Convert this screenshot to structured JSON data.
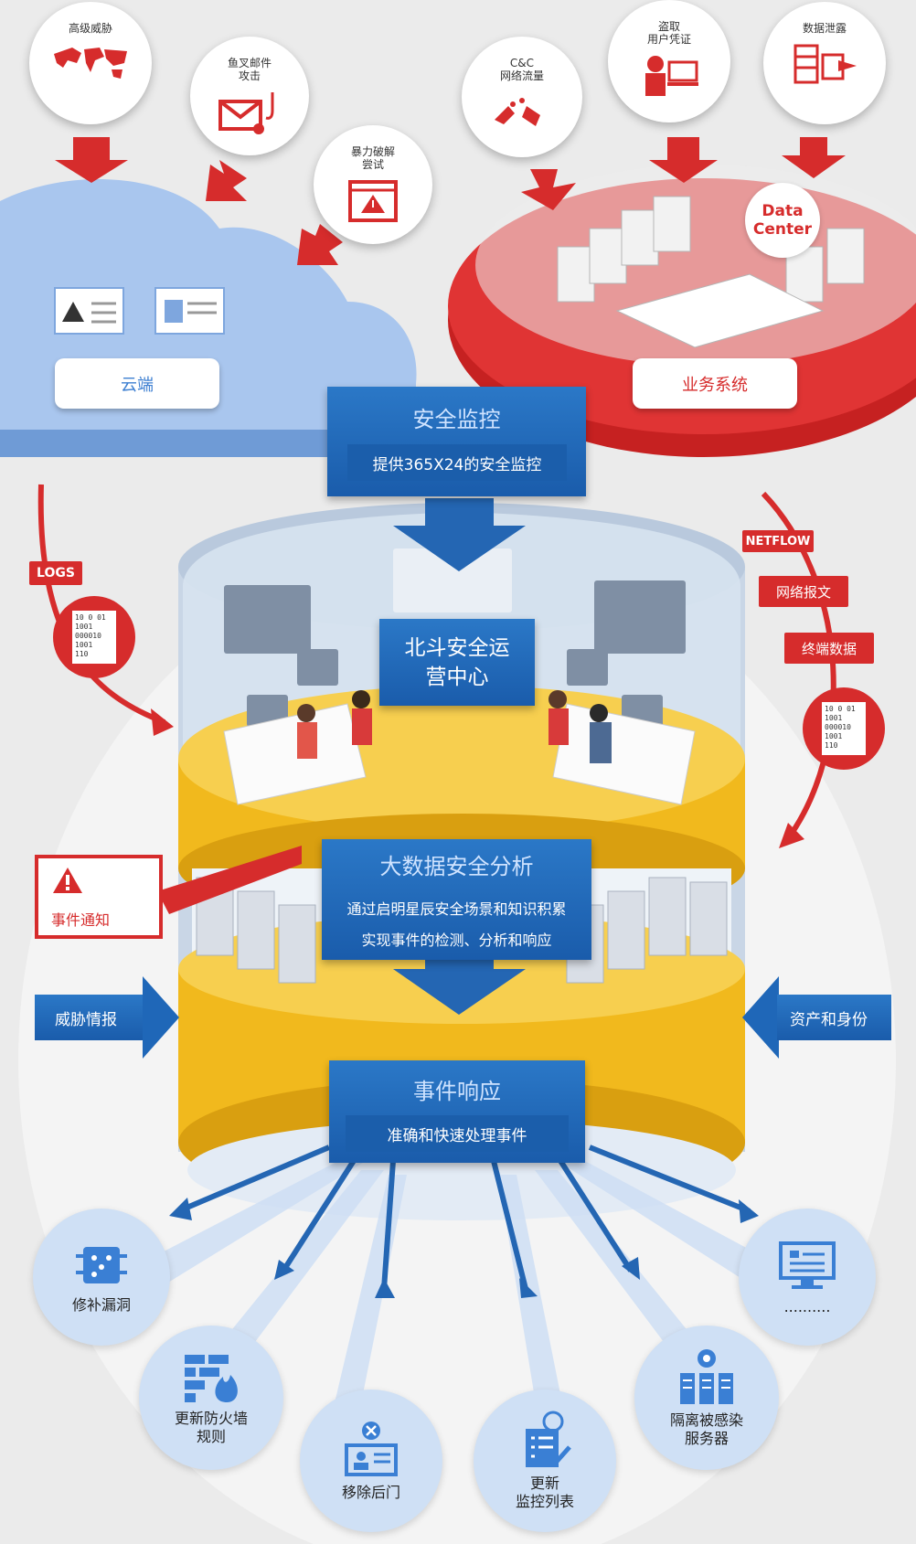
{
  "threats": [
    {
      "label": "高级威胁",
      "icon": "world-map-icon"
    },
    {
      "label": "鱼叉邮件\n攻击",
      "icon": "phishing-mail-icon"
    },
    {
      "label": "暴力破解\n尝试",
      "icon": "browser-alert-icon"
    },
    {
      "label": "C&C\n网络流量",
      "icon": "hands-icon"
    },
    {
      "label": "盗取\n用户凭证",
      "icon": "thief-icon"
    },
    {
      "label": "数据泄露",
      "icon": "server-export-icon"
    }
  ],
  "cloud": {
    "label": "云端"
  },
  "business": {
    "label": "业务系统",
    "badge": "Data\nCenter"
  },
  "monitor": {
    "title": "安全监控",
    "subtitle": "提供365X24的安全监控"
  },
  "soc": {
    "title": "北斗安全运\n营中心"
  },
  "analysis": {
    "title": "大数据安全分析",
    "line1": "通过启明星辰安全场景和知识积累",
    "line2": "实现事件的检测、分析和响应"
  },
  "response": {
    "title": "事件响应",
    "subtitle": "准确和快速处理事件"
  },
  "logs": {
    "tag": "LOGS",
    "binary": "10  0  01\n1001\n000010\n1001\n110"
  },
  "netflow": {
    "tag": "NETFLOW",
    "packet": "网络报文",
    "endpoint": "终端数据",
    "binary": "10  0  01\n1001\n000010\n1001\n110"
  },
  "notice": {
    "label": "事件通知"
  },
  "intel": {
    "label": "威胁情报"
  },
  "assets": {
    "label": "资产和身份"
  },
  "actions": [
    {
      "label": "修补漏洞",
      "icon": "chip-icon"
    },
    {
      "label": "更新防火墙\n规则",
      "icon": "firewall-icon"
    },
    {
      "label": "移除后门",
      "icon": "id-card-remove-icon"
    },
    {
      "label": "更新\n监控列表",
      "icon": "checklist-icon"
    },
    {
      "label": "隔离被感染\n服务器",
      "icon": "biohazard-server-icon"
    },
    {
      "label": "..........",
      "icon": "monitor-icon"
    }
  ],
  "colors": {
    "red": "#d62c2c",
    "blue": "#1f67b8",
    "cloud": "#8db3e6",
    "gold": "#f1b91d"
  }
}
